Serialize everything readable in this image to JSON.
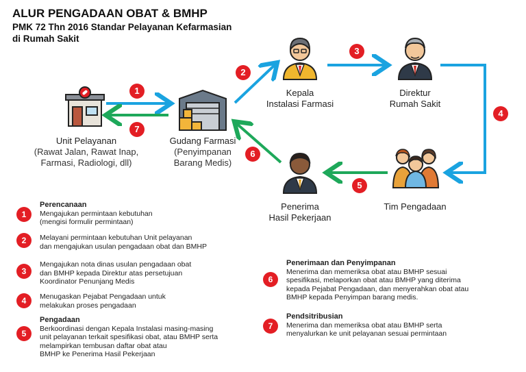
{
  "header": {
    "title": "ALUR PENGADAAN OBAT & BMHP",
    "subtitle_line1": "PMK 72 Thn 2016 Standar Pelayanan Kefarmasian",
    "subtitle_line2": "di Rumah Sakit"
  },
  "nodes": {
    "unit": {
      "name": "Unit Pelayanan",
      "detail1": "(Rawat Jalan, Rawat Inap,",
      "detail2": "Farmasi, Radiologi, dll)"
    },
    "gudang": {
      "name": "Gudang Farmasi",
      "detail1": "(Penyimpanan",
      "detail2": "Barang Medis)"
    },
    "kepala": {
      "line1": "Kepala",
      "line2": "Instalasi Farmasi"
    },
    "direktur": {
      "line1": "Direktur",
      "line2": "Rumah Sakit"
    },
    "tim": {
      "line1": "Tim Pengadaan"
    },
    "penerima": {
      "line1": "Penerima",
      "line2": "Hasil Pekerjaan"
    }
  },
  "steps": [
    "1",
    "2",
    "3",
    "4",
    "5",
    "6",
    "7"
  ],
  "legend": [
    {
      "num": "1",
      "heading": "Perencanaan",
      "lines": [
        "Mengajukan permintaan kebutuhan",
        "(mengisi formulir permintaan)"
      ]
    },
    {
      "num": "2",
      "heading": "",
      "lines": [
        "Melayani permintaan kebutuhan Unit pelayanan",
        "dan mengajukan usulan pengadaan obat dan BMHP"
      ]
    },
    {
      "num": "3",
      "heading": "",
      "lines": [
        "Mengajukan nota dinas usulan pengadaan obat",
        "dan BMHP kepada Direktur atas persetujuan",
        "Koordinator Penunjang Medis"
      ]
    },
    {
      "num": "4",
      "heading": "",
      "lines": [
        "Menugaskan Pejabat Pengadaan untuk",
        "melakukan proses pengadaan"
      ]
    },
    {
      "num": "5",
      "heading": "Pengadaan",
      "lines": [
        "Berkoordinasi dengan Kepala Instalasi masing-masing",
        "unit pelayanan terkait spesifikasi obat, atau BMHP serta",
        "melampirkan tembusan daftar obat atau",
        "BMHP ke Penerima Hasil Pekerjaan"
      ]
    },
    {
      "num": "6",
      "heading": "Penerimaan dan Penyimpanan",
      "lines": [
        "Menerima dan memeriksa obat atau BMHP sesuai",
        "spesifikasi, melaporkan obat atau BMHP yang  diterima",
        "kepada Pejabat Pengadaan, dan menyerahkan obat atau",
        "BMHP kepada Penyimpan barang medis."
      ]
    },
    {
      "num": "7",
      "heading": "Pendsitribusian",
      "lines": [
        "Menerima dan memeriksa obat atau BMHP serta",
        "menyalurkan ke unit pelayanan sesuai permintaan"
      ]
    }
  ],
  "colors": {
    "blue": "#1aa3e0",
    "green": "#1ea85a",
    "red": "#e31e24"
  }
}
